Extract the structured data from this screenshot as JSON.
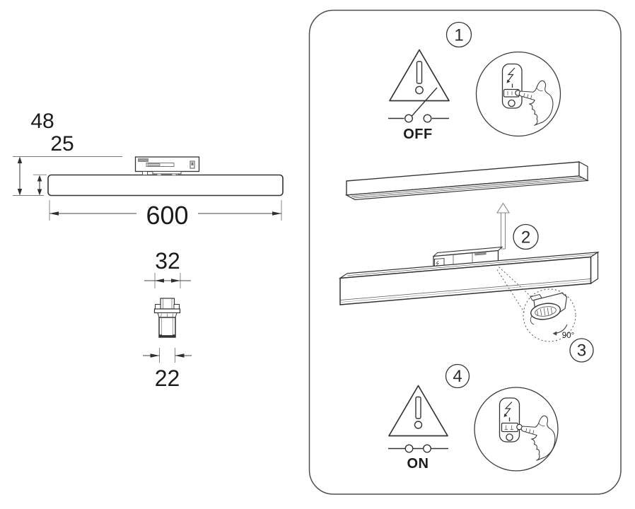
{
  "technical_views": {
    "side_view": {
      "dim_total_height": "48",
      "dim_body_height": "25",
      "dim_length": "600"
    },
    "end_view": {
      "dim_adapter_width": "32",
      "dim_body_width": "22"
    }
  },
  "instructions": {
    "step1": {
      "number": "1",
      "power_label": "OFF"
    },
    "step2": {
      "number": "2"
    },
    "step3": {
      "number": "3",
      "angle_label": "90°"
    },
    "step4": {
      "number": "4",
      "power_label": "ON"
    }
  },
  "icons": {
    "warning": "warning-triangle-icon",
    "switch_open": "circuit-switch-open-icon",
    "switch_closed": "circuit-switch-closed-icon",
    "wall_switch": "wall-switch-icon",
    "lightning": "lightning-bolt-icon",
    "hand": "pointing-hand-icon",
    "arrow_up": "up-arrow-icon",
    "rotate": "rotate-90-arrow-icon"
  },
  "colors": {
    "background": "#ffffff",
    "line_primary": "#333333",
    "line_light": "#7a7a7a",
    "panel_border": "#4f4f4f",
    "text": "#1b1b1b"
  }
}
